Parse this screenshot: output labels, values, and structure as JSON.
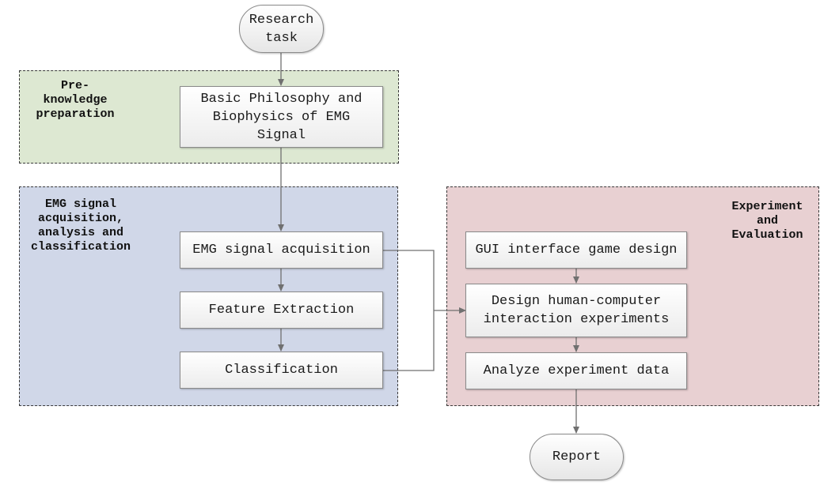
{
  "regions": {
    "pre_knowledge": {
      "label": "Pre-\nknowledge\npreparation"
    },
    "emg": {
      "label": "EMG signal\nacquisition,\nanalysis and\nclassification"
    },
    "experiment": {
      "label": "Experiment\nand\nEvaluation"
    }
  },
  "nodes": {
    "research_task": "Research\ntask",
    "basic_philosophy": "Basic Philosophy and\nBiophysics of EMG\nSignal",
    "emg_acquisition": "EMG signal acquisition",
    "feature_extraction": "Feature Extraction",
    "classification": "Classification",
    "gui_design": "GUI interface game design",
    "design_experiments": "Design human-computer\ninteraction experiments",
    "analyze_data": "Analyze experiment data",
    "report": "Report"
  },
  "colors": {
    "pre_knowledge_fill": "#dde8d2",
    "emg_fill": "#d0d7e8",
    "experiment_fill": "#e8d0d2",
    "connector": "#707070"
  }
}
